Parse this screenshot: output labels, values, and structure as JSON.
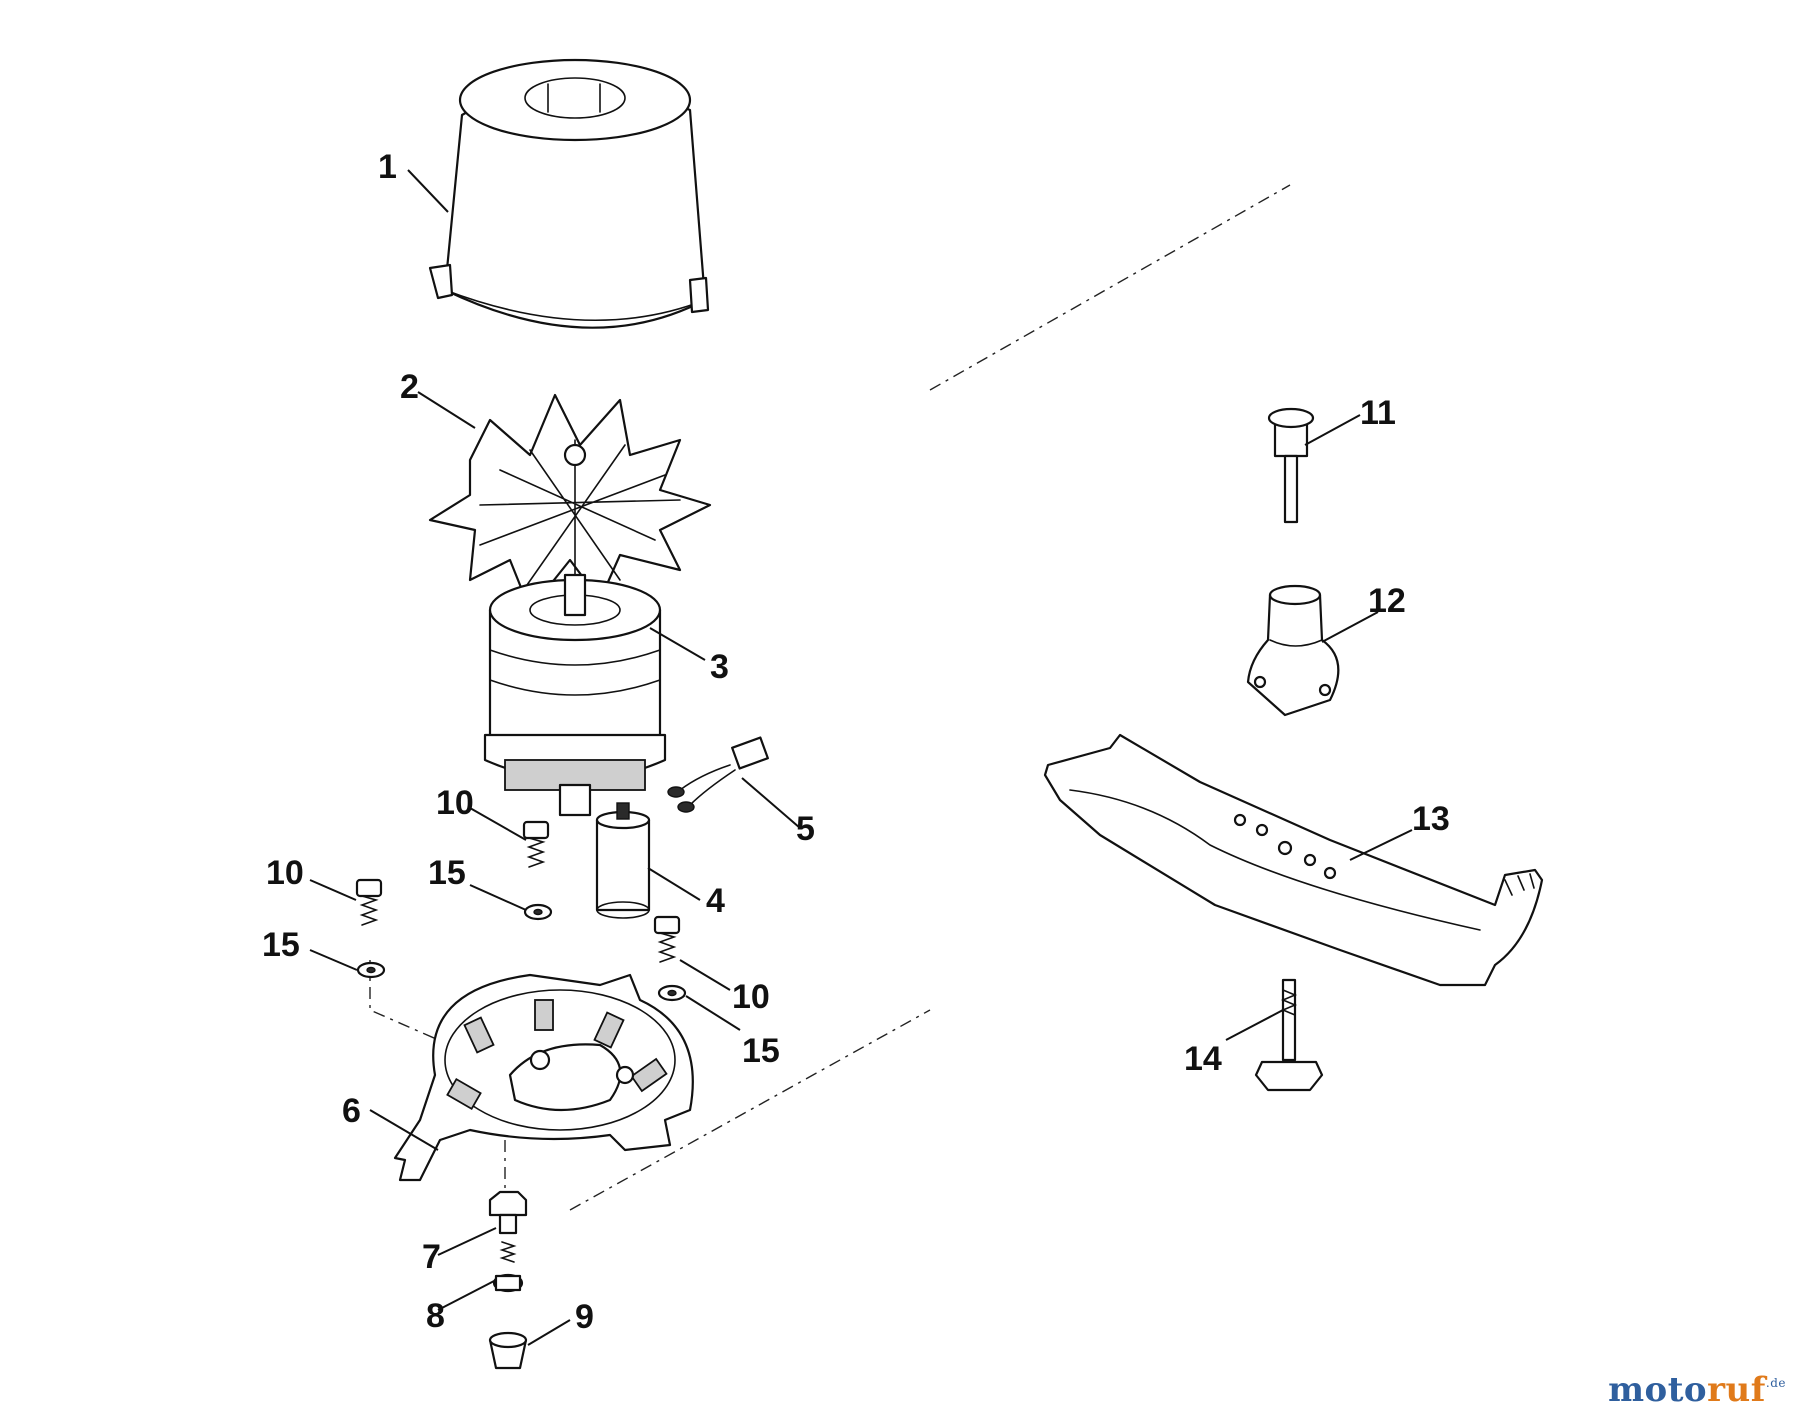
{
  "callouts": {
    "c1": "1",
    "c2": "2",
    "c3": "3",
    "c4": "4",
    "c5": "5",
    "c6": "6",
    "c7": "7",
    "c8": "8",
    "c9": "9",
    "c10a": "10",
    "c10b": "10",
    "c10c": "10",
    "c11": "11",
    "c12": "12",
    "c13": "13",
    "c14": "14",
    "c15a": "15",
    "c15b": "15",
    "c15c": "15"
  },
  "watermark": {
    "part1": "moto",
    "part2": "ruf",
    "part3": ".de"
  }
}
